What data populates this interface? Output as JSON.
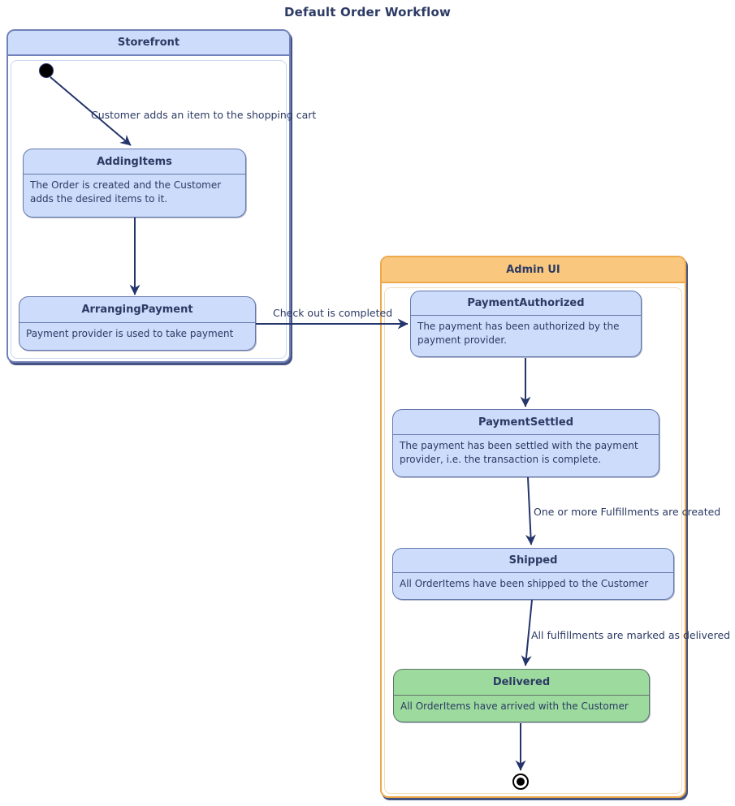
{
  "title": "Default Order Workflow",
  "colors": {
    "edge": "#24356b",
    "text": "#2c3a64",
    "blue_fill": "#ccdcfa",
    "blue_border": "#6478ad",
    "storefront_border": "#7081b9",
    "storefront_header_fill": "#ccdcfa",
    "admin_border": "#eda94c",
    "admin_header_fill": "#f9c87e",
    "green_fill": "#9cdb9d",
    "green_border": "#5e7568"
  },
  "containers": {
    "storefront": {
      "label": "Storefront"
    },
    "admin_ui": {
      "label": "Admin UI"
    }
  },
  "states": {
    "adding_items": {
      "name": "AddingItems",
      "description": "The Order is created and the Customer adds the desired items to it."
    },
    "arranging_payment": {
      "name": "ArrangingPayment",
      "description": "Payment provider is used to take payment"
    },
    "payment_authorized": {
      "name": "PaymentAuthorized",
      "description": "The payment has been authorized by the payment provider."
    },
    "payment_settled": {
      "name": "PaymentSettled",
      "description": "The payment has been settled with the payment provider, i.e. the transaction is complete."
    },
    "shipped": {
      "name": "Shipped",
      "description": "All OrderItems have been shipped to the Customer"
    },
    "delivered": {
      "name": "Delivered",
      "description": "All OrderItems have arrived with the Customer"
    }
  },
  "transitions": {
    "initial_to_adding_items": {
      "label": "Customer adds an item to the shopping cart"
    },
    "arranging_to_authorized": {
      "label": "Check out is completed"
    },
    "settled_to_shipped": {
      "label": "One or more Fulfillments are created"
    },
    "shipped_to_delivered": {
      "label": "All fulfillments are marked as delivered"
    }
  }
}
